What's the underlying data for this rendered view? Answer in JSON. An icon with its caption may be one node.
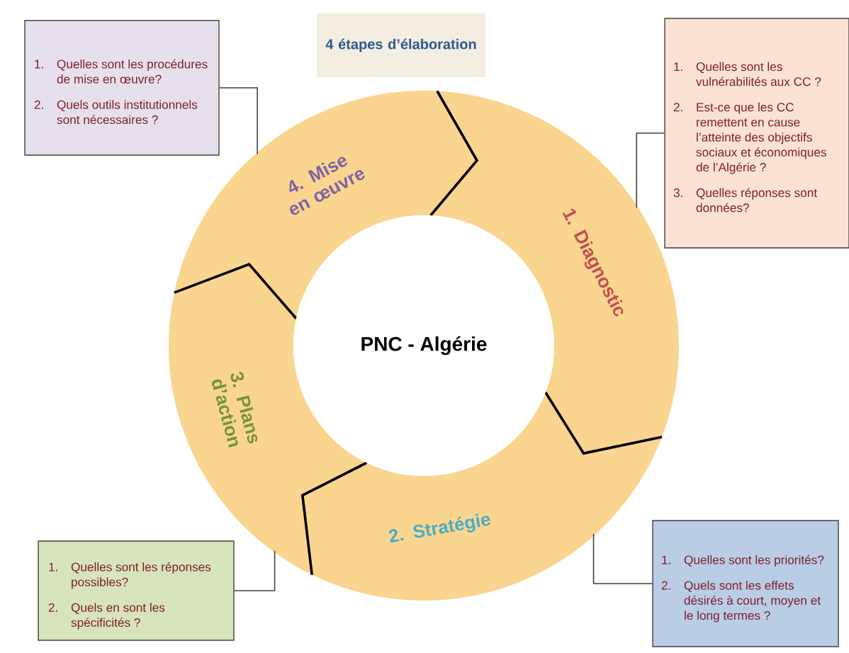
{
  "diagram": {
    "nodes": [
      {
        "text": [
          "4 étapes d’élaboration"
        ]
      },
      {
        "text": [
          "1.",
          "Quelles sont les procédures de mise en œuvre?",
          "2.",
          "Quels outils institutionnels sont nécessaires ?"
        ]
      },
      {
        "text": [
          "1.",
          "Quelles sont les vulnérabilités aux CC ?",
          "2.",
          "Est-ce que les CC remettent en cause l’atteinte des objectifs sociaux et économiques de l’Algérie ?",
          "3.",
          "Quelles réponses sont données?"
        ]
      },
      {
        "text": [
          "4. Mise en œuvre"
        ]
      },
      {
        "text": [
          "1. Diagnostic"
        ]
      },
      {
        "text": [
          "PNC - Algérie"
        ]
      },
      {
        "text": [
          "3. Plans d’action"
        ]
      },
      {
        "text": [
          "2. Stratégie"
        ]
      },
      {
        "text": [
          "1.",
          "Quelles sont les réponses possibles?",
          "2.",
          "Quels en sont les spécificités ?"
        ]
      },
      {
        "text": [
          "1.",
          "Quelles sont les priorités?",
          "2.",
          "Quels sont les effets désirés à court, moyen et le long termes ?"
        ]
      }
    ],
    "edges": [
      {
        "from": 1,
        "to": 3,
        "arrow": "none"
      },
      {
        "from": 2,
        "to": 4,
        "arrow": "none"
      },
      {
        "from": 8,
        "to": 6,
        "arrow": "none"
      },
      {
        "from": 9,
        "to": 7,
        "arrow": "none"
      }
    ]
  }
}
